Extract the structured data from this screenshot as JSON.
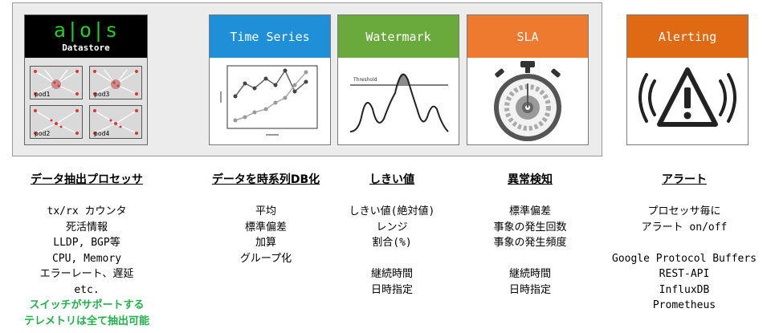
{
  "datastore": {
    "logo": "a|o|s",
    "subtitle": "Datastore",
    "pods": [
      "pod1",
      "pod3",
      "pod2",
      "pod4"
    ]
  },
  "cards": {
    "timeseries": {
      "title": "Time Series",
      "color": "#1f8fd8"
    },
    "watermark": {
      "title": "Watermark",
      "color": "#6aaa3c",
      "threshold_label": "Threshold"
    },
    "sla": {
      "title": "SLA",
      "color": "#ee7a30"
    },
    "alerting": {
      "title": "Alerting",
      "color": "#e06a14"
    }
  },
  "columns": {
    "processor": {
      "title": "データ抽出プロセッサ",
      "lines": [
        "tx/rx カウンタ",
        "死活情報",
        "LLDP, BGP等",
        "CPU, Memory",
        "エラーレート、遅延",
        "etc."
      ],
      "highlight": [
        "スイッチがサポートする",
        "テレメトリは全て抽出可能"
      ],
      "highlight_color": "#22b14c"
    },
    "timeseries": {
      "title": "データを時系列DB化",
      "lines": [
        "平均",
        "標準偏差",
        "加算",
        "グループ化"
      ]
    },
    "threshold": {
      "title": "しきい値",
      "lines": [
        "しきい値(絶対値)",
        "レンジ",
        "割合(%)",
        "",
        "継続時間",
        "日時指定"
      ]
    },
    "anomaly": {
      "title": "異常検知",
      "lines": [
        "標準偏差",
        "事象の発生回数",
        "事象の発生頻度",
        "",
        "継続時間",
        "日時指定"
      ]
    },
    "alert": {
      "title": "アラート",
      "lines": [
        "プロセッサ毎に",
        "アラート on/off",
        "",
        "Google Protocol Buffers",
        "REST-API",
        "InfluxDB",
        "Prometheus"
      ]
    }
  }
}
